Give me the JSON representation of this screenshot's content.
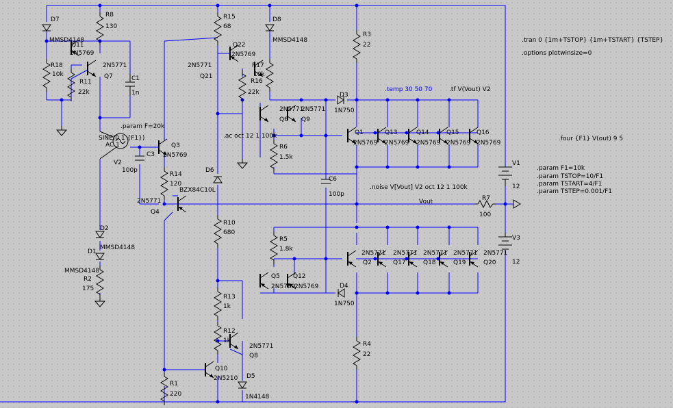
{
  "labels": {
    "D7": "D7",
    "D7m": "MMSD4148",
    "R8": "R8",
    "R8v": "130",
    "Q11": "Q11",
    "Q11m": "2N5769",
    "Q7m": "2N5771",
    "Q7": "Q7",
    "R18": "R18",
    "R18v": "10k",
    "R11": "R11",
    "R11v": "22k",
    "C1": "C1",
    "C1v": "1n",
    "R15": "R15",
    "R15v": "68",
    "D8": "D8",
    "D8m": "MMSD4148",
    "Q22": "Q22",
    "Q22m": "2N5769",
    "Q21m": "2N5771",
    "Q21": "Q21",
    "R17": "R17",
    "R17v": "10k",
    "R16": "R16",
    "R16v": "22k",
    "R3": "R3",
    "R3v": "22",
    "tran": ".tran 0 {1m+TSTOP} {1m+TSTART} {TSTEP}",
    "options": ".options plotwinsize=0",
    "temp": ".temp 30 50 70",
    "tf": ".tf V(Vout) V2",
    "D3": "D3",
    "D3m": "1N750",
    "Q6m": "2N5771",
    "Q9m": "2N5771",
    "Q6": "Q6",
    "Q9": "Q9",
    "paramF": ".param F=20k",
    "ac": ".ac oct 12 1 100k",
    "sine": "SINE(0 1 {F1})",
    "acv": "AC 1",
    "V2": "V2",
    "C3": "C3",
    "C3v": "100p",
    "Q3": "Q3",
    "Q3m": "2N5769",
    "R14": "R14",
    "R14v": "120",
    "D6m": "BZX84C10L",
    "D6": "D6",
    "Q4m": "2N5771",
    "Q4": "Q4",
    "R6": "R6",
    "R6v": "1.5k",
    "Q1": "Q1",
    "Q13": "Q13",
    "Q14": "Q14",
    "Q15": "Q15",
    "Q16": "Q16",
    "Q1m": "2N5769",
    "Q13m": "2N5769",
    "Q14m": "2N5769",
    "Q15m": "2N5769",
    "Q16m": "2N5769",
    "four": ".four {F1} V(out) 9 5",
    "V1": "V1",
    "V1v": "12",
    "pF1": ".param F1=10k",
    "pTSTOP": ".param TSTOP=10/F1",
    "pTSTART": ".param TSTART=4/F1",
    "pTSTEP": ".param TSTEP=0.001/F1",
    "C6": "C6",
    "C6v": "100p",
    "noise": ".noise V[Vout] V2 oct 12 1 100k",
    "Vout": "Vout",
    "R7": "R7",
    "R7v": "100",
    "R10": "R10",
    "R10v": "680",
    "D2": "D2",
    "D2m": "MMSD4148",
    "D1": "D1",
    "D1m": "MMSD4148",
    "R2": "R2",
    "R2v": "175",
    "R5": "R5",
    "R5v": "1.8k",
    "Q2m": "2N5771",
    "Q17m": "2N5771",
    "Q18m": "2N5771",
    "Q19m": "2N5771",
    "Q20m": "2N5771",
    "Q2": "Q2",
    "Q17": "Q17",
    "Q18": "Q18",
    "Q19": "Q19",
    "Q20": "Q20",
    "V3": "V3",
    "V3v": "12",
    "Q5": "Q5",
    "Q12": "Q12",
    "Q5m": "2N5769",
    "Q12m": "2N5769",
    "D4": "D4",
    "D4m": "1N750",
    "R13": "R13",
    "R13v": "1k",
    "R12": "R12",
    "R12v": "1k",
    "Q8m": "2N5771",
    "Q8": "Q8",
    "R4": "R4",
    "R4v": "22",
    "R1": "R1",
    "R1v": "220",
    "Q10": "Q10",
    "Q10m": "2N5210",
    "D5": "D5",
    "D5m": "1N4148"
  }
}
